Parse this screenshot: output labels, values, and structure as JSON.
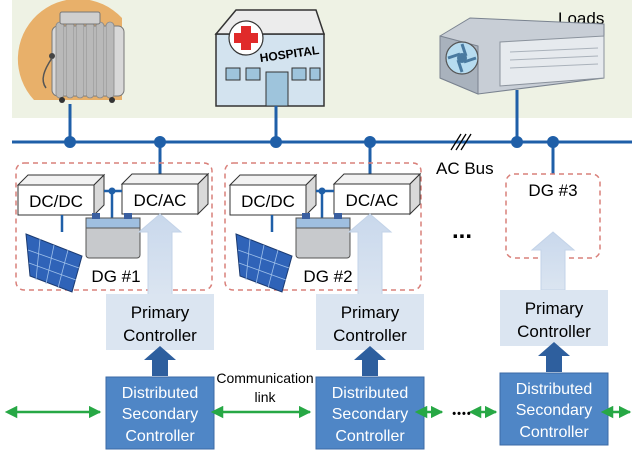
{
  "loads_label": "Loads",
  "hospital_sign": "HOSPITAL",
  "bus_label": "AC Bus",
  "dg_units": [
    {
      "dcdc": "DC/DC",
      "dcac": "DC/AC",
      "name": "DG #1"
    },
    {
      "dcdc": "DC/DC",
      "dcac": "DC/AC",
      "name": "DG #2"
    },
    {
      "name": "DG #3"
    }
  ],
  "ellipsis": "...",
  "ellipsis_small": "• • • •",
  "primary_controller": [
    "Primary",
    "Controller"
  ],
  "secondary_controller": [
    "Distributed",
    "Secondary",
    "Controller"
  ],
  "comm_link": [
    "Communication",
    "link"
  ],
  "colors": {
    "bus": "#1f5fa8",
    "load_band": "#eef2e4",
    "dashed_box": "#d9807a",
    "primary_box": "#dbe5f1",
    "secondary_box": "#4f86c6",
    "arrow_blue": "#2e5f9e",
    "arrow_green": "#27a845"
  }
}
